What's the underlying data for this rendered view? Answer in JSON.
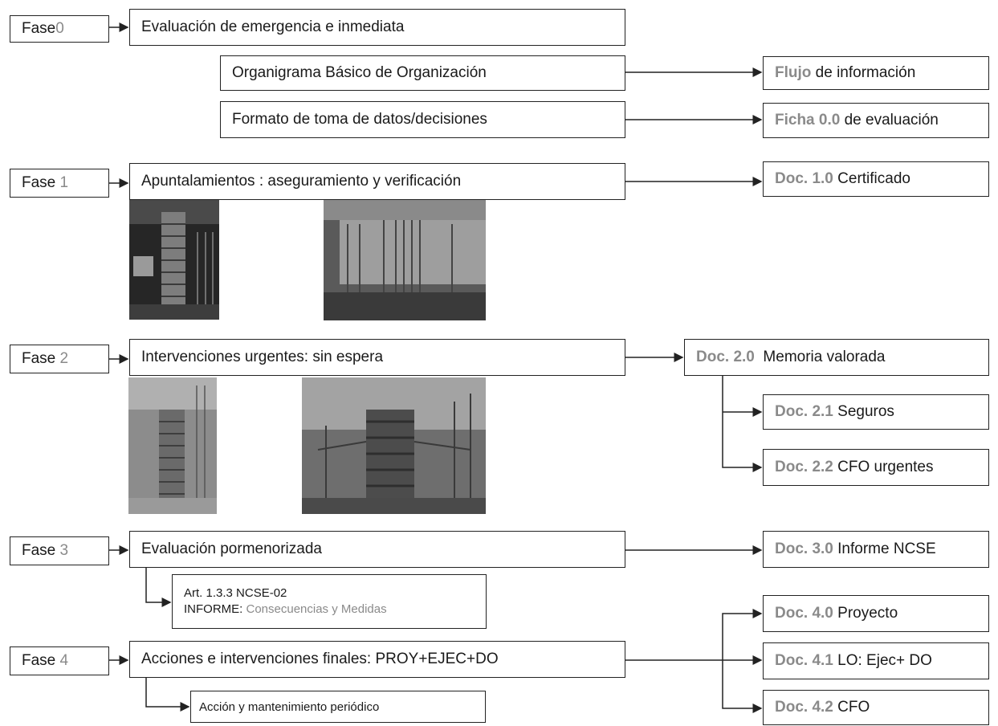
{
  "phases": [
    {
      "prefix": "Fase ",
      "num": "0",
      "title": "Evaluación de emergencia e inmediata"
    },
    {
      "prefix": "Fase ",
      "num": "1",
      "title": "Apuntalamientos : aseguramiento y verificación"
    },
    {
      "prefix": "Fase ",
      "num": "2",
      "title": "Intervenciones urgentes: sin espera"
    },
    {
      "prefix": "Fase ",
      "num": "3",
      "title": "Evaluación pormenorizada"
    },
    {
      "prefix": "Fase ",
      "num": "4",
      "title": "Acciones e intervenciones finales: PROY+EJEC+DO"
    }
  ],
  "sub": {
    "organigrama": "Organigrama Básico de Organización",
    "formato": "Formato de toma de datos/decisiones",
    "art_line1": "Art. 1.3.3 NCSE-02",
    "art_line2_prefix": "INFORME: ",
    "art_line2_rest": "Consecuencias y Medidas",
    "accion": "Acción y mantenimiento periódico"
  },
  "docs": {
    "flujo": {
      "code": "Flujo",
      "text": " de información"
    },
    "ficha": {
      "code": "Ficha 0.0",
      "text": " de evaluación"
    },
    "d10": {
      "code": "Doc. 1.0",
      "text": " Certificado"
    },
    "d20": {
      "code": "Doc. 2.0",
      "text": "  Memoria valorada"
    },
    "d21": {
      "code": "Doc. 2.1",
      "text": " Seguros"
    },
    "d22": {
      "code": "Doc. 2.2",
      "text": " CFO urgentes"
    },
    "d30": {
      "code": "Doc. 3.0",
      "text": " Informe NCSE"
    },
    "d40": {
      "code": "Doc. 4.0",
      "text": " Proyecto"
    },
    "d41": {
      "code": "Doc. 4.1",
      "text": " LO: Ejec+ DO"
    },
    "d42": {
      "code": "Doc. 4.2",
      "text": " CFO"
    }
  },
  "photos": [
    {
      "name": "photo-shored-column-1",
      "tone": "#5a5a5a"
    },
    {
      "name": "photo-shored-wall-1",
      "tone": "#6b6b6b"
    },
    {
      "name": "photo-shored-column-2",
      "tone": "#7a7a7a"
    },
    {
      "name": "photo-shored-column-3",
      "tone": "#6a6a6a"
    }
  ]
}
